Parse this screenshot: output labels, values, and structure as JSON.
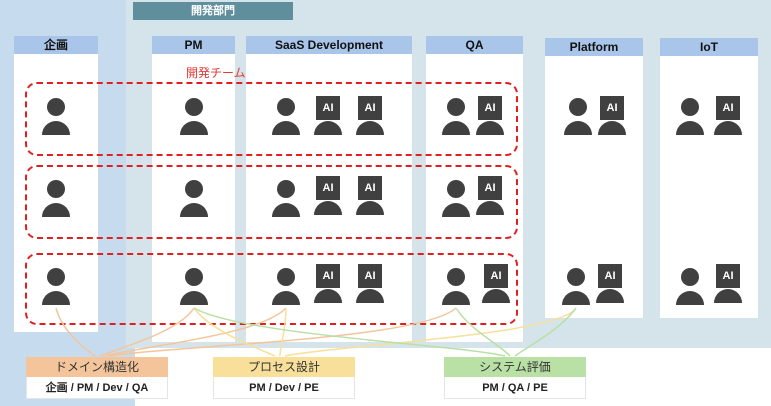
{
  "department": {
    "title": "開発部門"
  },
  "columns": [
    {
      "id": "kikaku",
      "label": "企画"
    },
    {
      "id": "pm",
      "label": "PM"
    },
    {
      "id": "saas",
      "label": "SaaS Development"
    },
    {
      "id": "qa",
      "label": "QA"
    },
    {
      "id": "platform",
      "label": "Platform"
    },
    {
      "id": "iot",
      "label": "IoT"
    }
  ],
  "team": {
    "label": "開発チーム"
  },
  "ai_label": "AI",
  "functions": [
    {
      "id": "domain",
      "title": "ドメイン構造化",
      "members": "企画 / PM / Dev / QA",
      "color": "#f4c59a"
    },
    {
      "id": "process",
      "title": "プロセス設計",
      "members": "PM / Dev / PE",
      "color": "#f8df9a"
    },
    {
      "id": "system",
      "title": "システム評価",
      "members": "PM / QA / PE",
      "color": "#b9e0a5"
    }
  ],
  "colors": {
    "background_left": "#c6dcee",
    "background_right": "#d4e4ea",
    "department_tag": "#5f8f9c",
    "column_header": "#a9c6ea",
    "team_border": "#e02020",
    "icon": "#404040"
  }
}
